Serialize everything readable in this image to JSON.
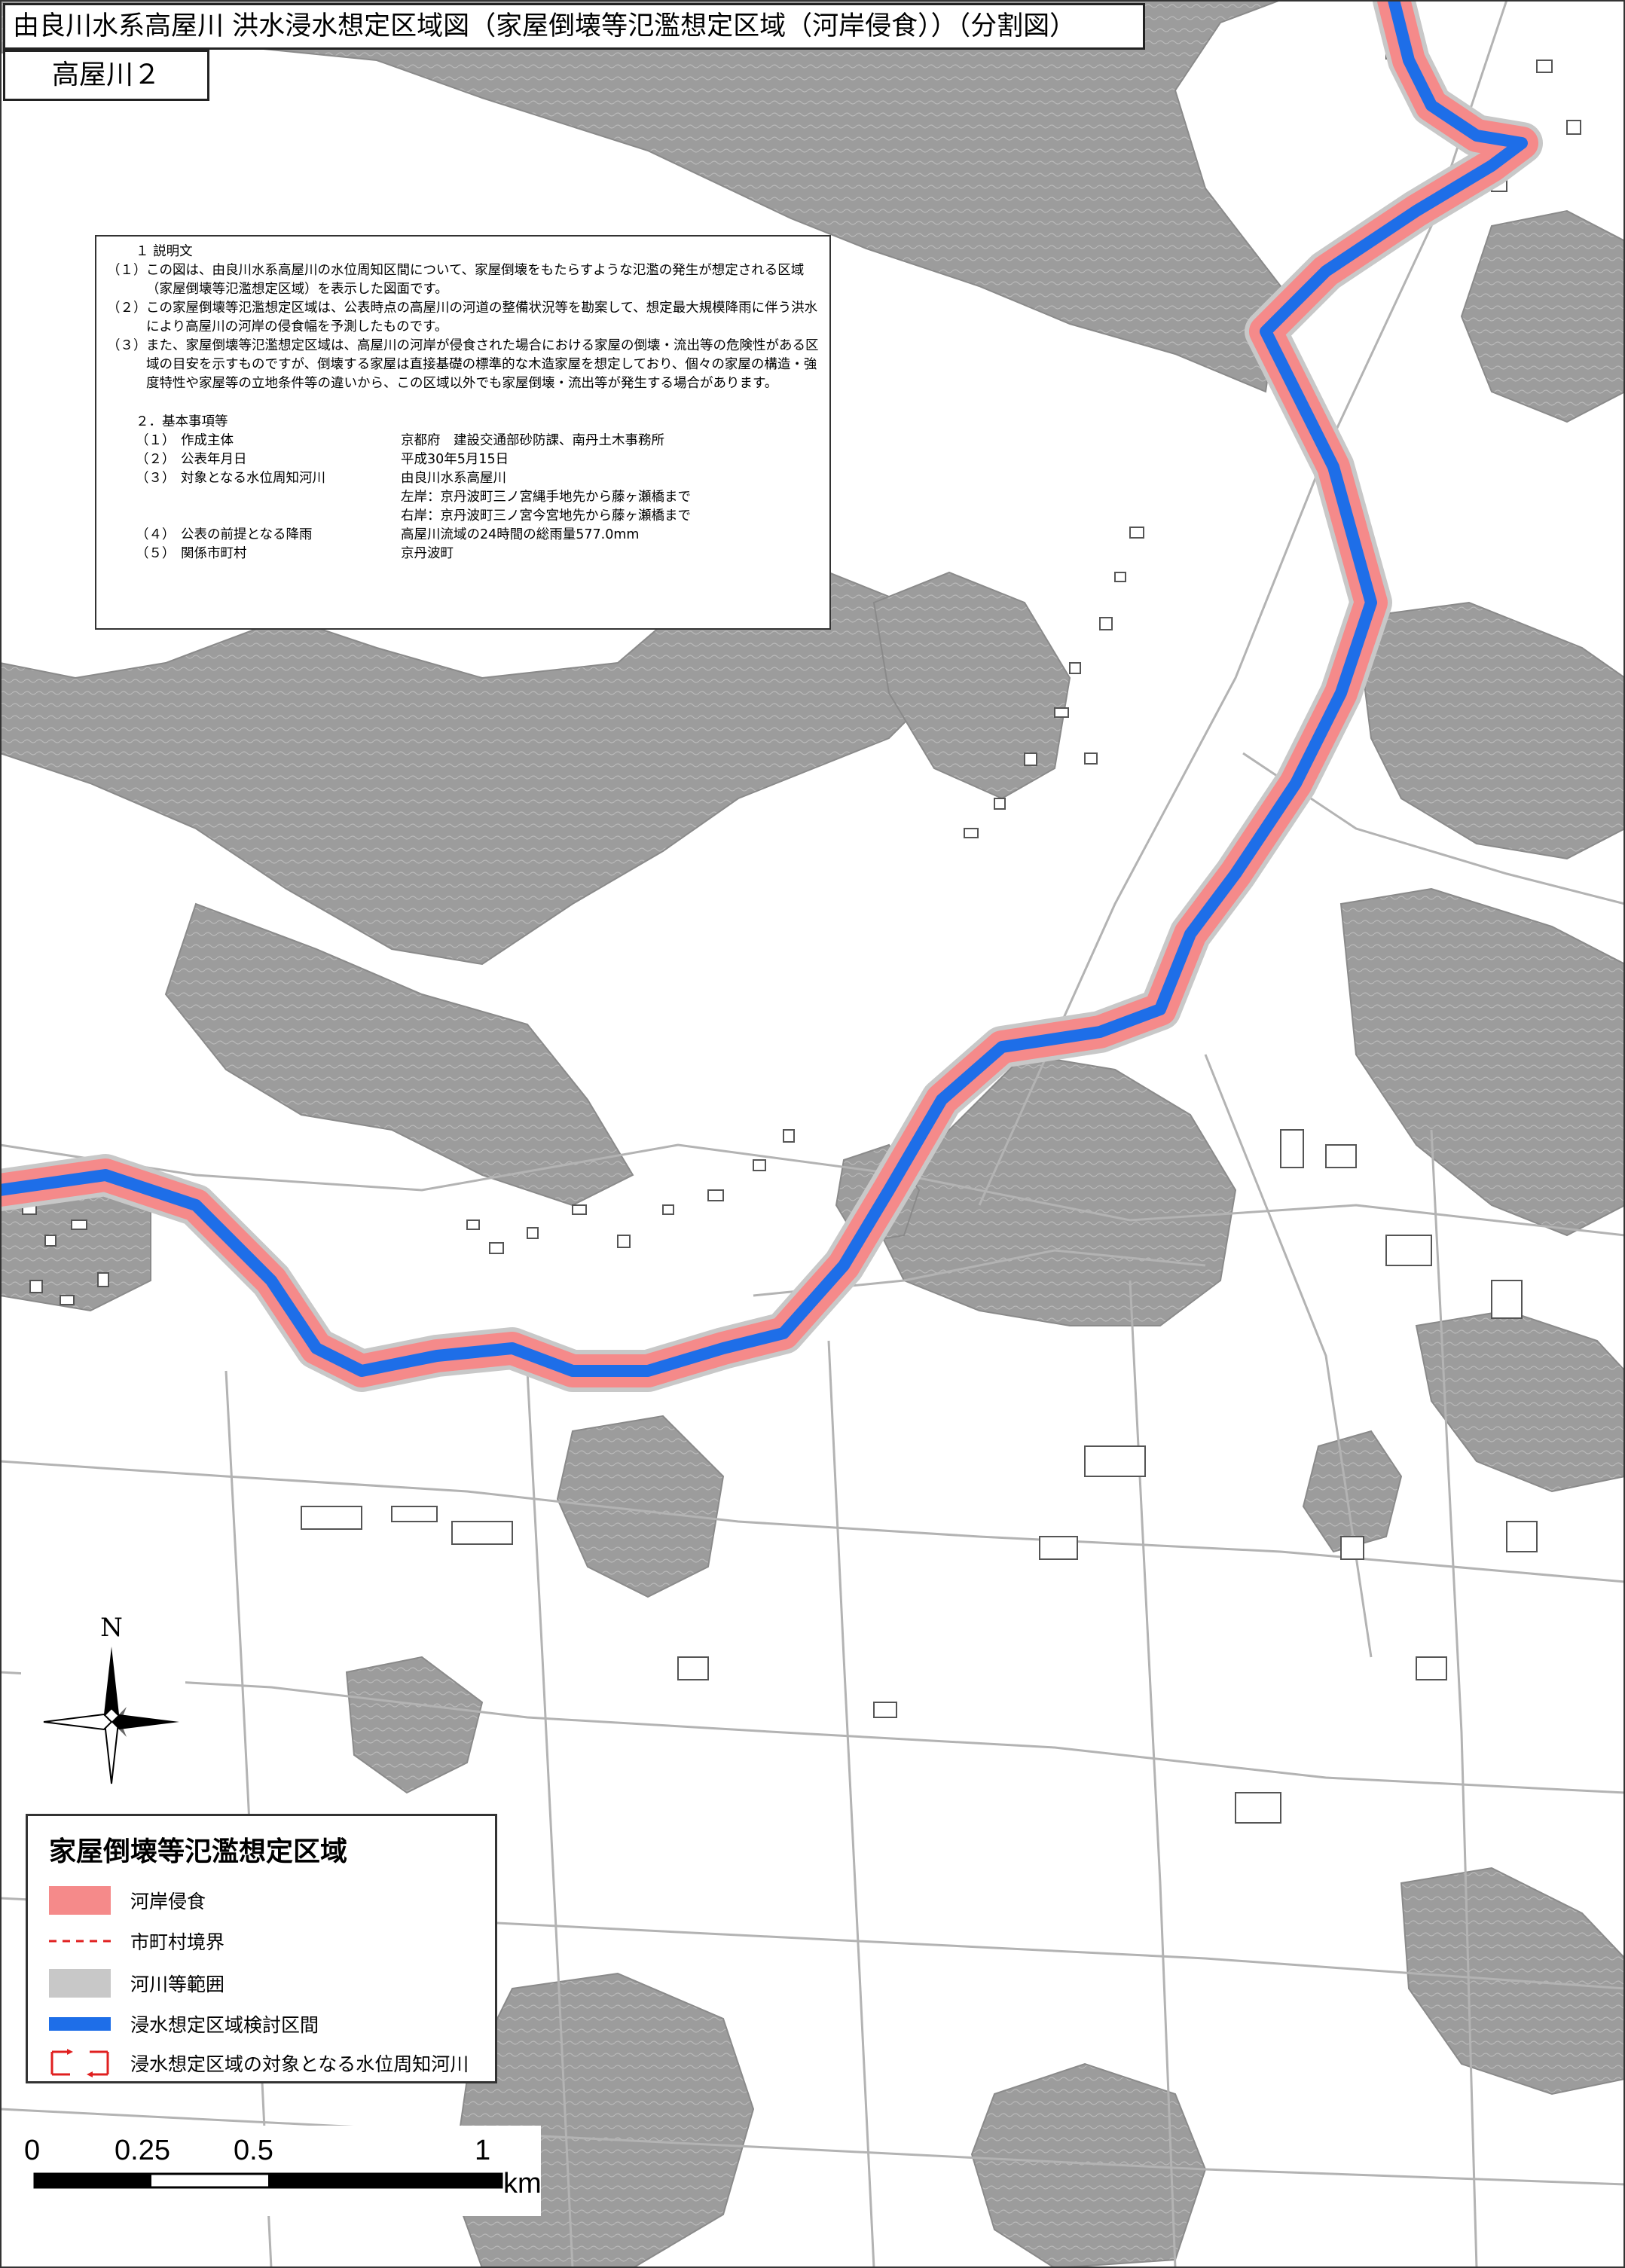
{
  "header": {
    "title": "由良川水系高屋川 洪水浸水想定区域図（家屋倒壊等氾濫想定区域（河岸侵食））（分割図）",
    "subtitle": "高屋川２"
  },
  "description": {
    "section1_title": "１ 説明文",
    "items": [
      {
        "num": "（１）",
        "text": "この図は、由良川水系高屋川の水位周知区間について、家屋倒壊をもたらすような氾濫の発生が想定される区域（家屋倒壊等氾濫想定区域）を表示した図面です。"
      },
      {
        "num": "（２）",
        "text": "この家屋倒壊等氾濫想定区域は、公表時点の高屋川の河道の整備状況等を勘案して、想定最大規模降雨に伴う洪水により高屋川の河岸の侵食幅を予測したものです。"
      },
      {
        "num": "（３）",
        "text": "また、家屋倒壊等氾濫想定区域は、高屋川の河岸が侵食された場合における家屋の倒壊・流出等の危険性がある区域の目安を示すものですが、倒壊する家屋は直接基礎の標準的な木造家屋を想定しており、個々の家屋の構造・強度特性や家屋等の立地条件等の違いから、この区域以外でも家屋倒壊・流出等が発生する場合があります。"
      }
    ],
    "section2_title": "２．基本事項等",
    "basic": [
      {
        "num": "（１）",
        "key": "作成主体",
        "value": "京都府　建設交通部砂防課、南丹土木事務所"
      },
      {
        "num": "（２）",
        "key": "公表年月日",
        "value": "平成30年5月15日"
      },
      {
        "num": "（３）",
        "key": "対象となる水位周知河川",
        "value": "由良川水系高屋川"
      },
      {
        "num": "",
        "key": "",
        "value": "左岸：京丹波町三ノ宮縄手地先から藤ヶ瀬橋まで"
      },
      {
        "num": "",
        "key": "",
        "value": "右岸：京丹波町三ノ宮今宮地先から藤ヶ瀬橋まで"
      },
      {
        "num": "（４）",
        "key": "公表の前提となる降雨",
        "value": "高屋川流域の24時間の総雨量577.0mm"
      },
      {
        "num": "（５）",
        "key": "関係市町村",
        "value": "京丹波町"
      }
    ]
  },
  "compass": {
    "north_label": "N"
  },
  "legend": {
    "title": "家屋倒壊等氾濫想定区域",
    "items": [
      {
        "label": "河岸侵食",
        "kind": "fill",
        "color": "#f58a8a"
      },
      {
        "label": "市町村境界",
        "kind": "dashed",
        "color": "#e02020"
      },
      {
        "label": "河川等範囲",
        "kind": "fill",
        "color": "#c8c8c8"
      },
      {
        "label": "浸水想定区域検討区間",
        "kind": "fill",
        "color": "#1e6ee8"
      },
      {
        "label": "浸水想定区域の対象となる水位周知河川",
        "kind": "arrows",
        "color": "#e02020"
      }
    ]
  },
  "scale_bar": {
    "labels": [
      "0",
      "0.25",
      "0.5",
      "1"
    ],
    "unit": "km"
  },
  "map": {
    "colors": {
      "hill": "#9c9c9c",
      "land": "#ffffff",
      "road": "#b3b3b3",
      "building": "#555555",
      "river_zone": "#c8c8c8",
      "erosion": "#f58a8a",
      "river": "#1e6ee8"
    }
  }
}
